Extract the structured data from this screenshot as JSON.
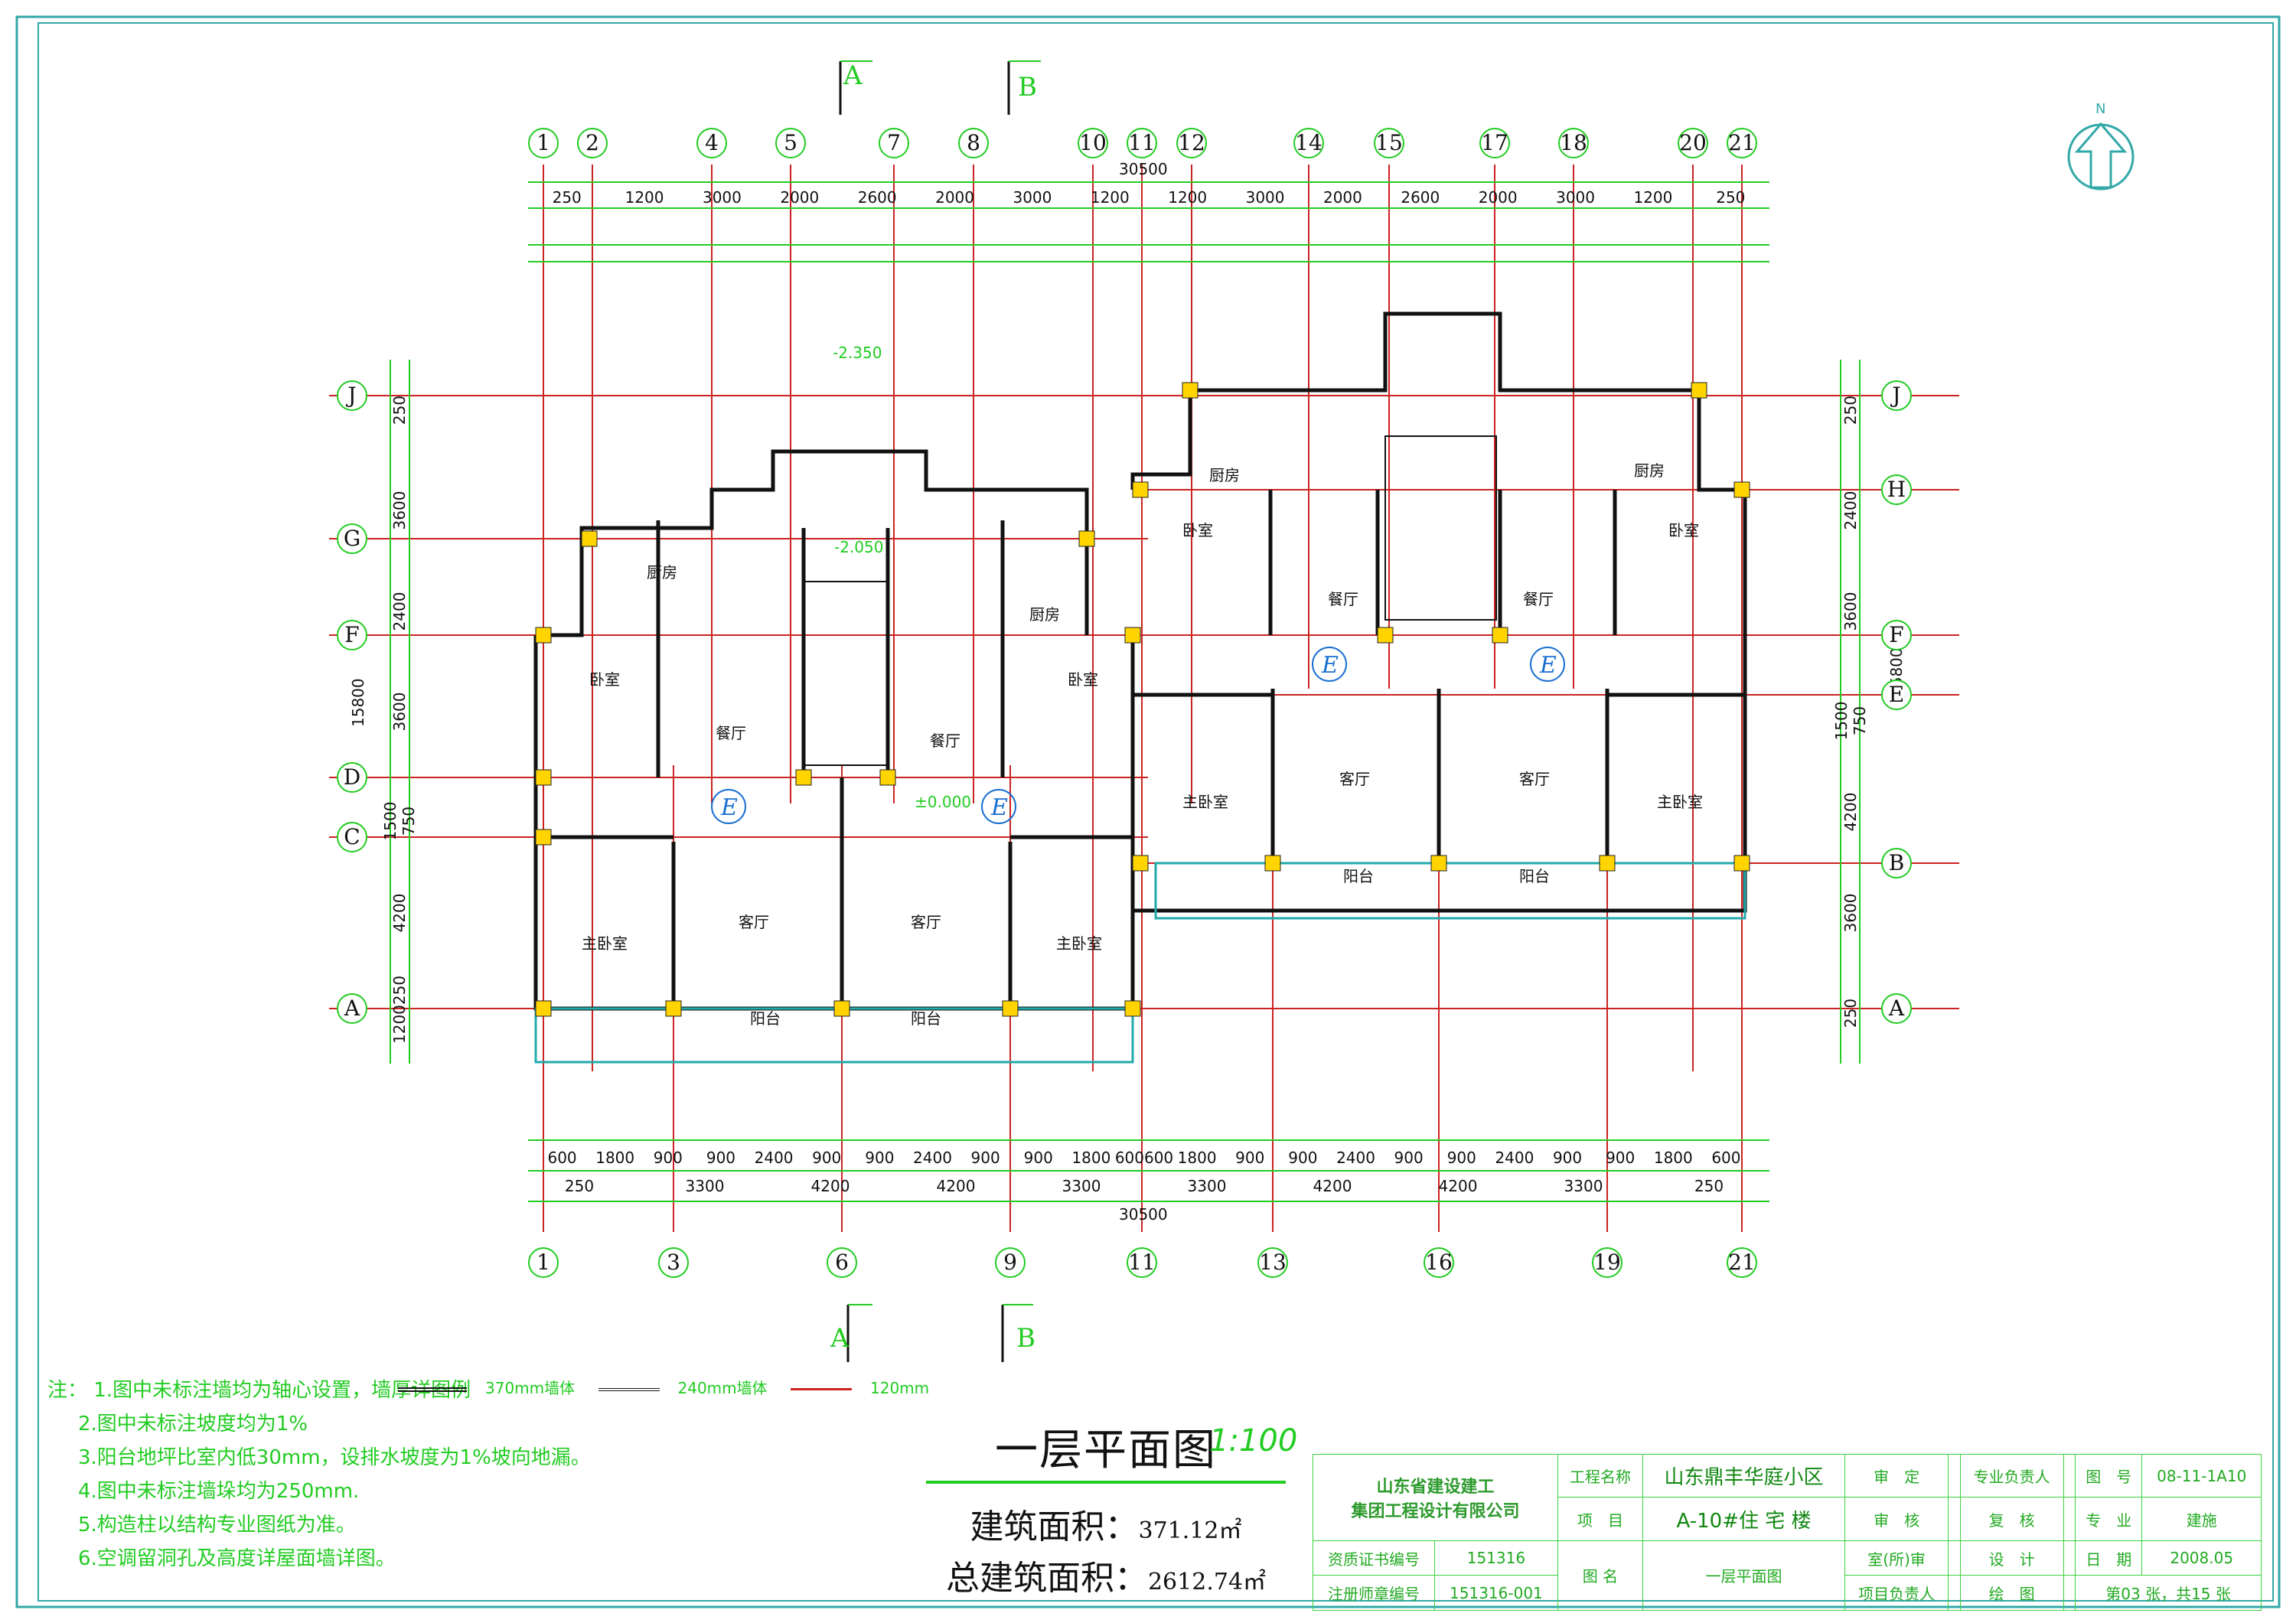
{
  "drawing": {
    "title": "一层平面图",
    "scale": "1:100",
    "building_area_label": "建筑面积：",
    "building_area_value": "371.12㎡",
    "total_area_label": "总建筑面积：",
    "total_area_value": "2612.74㎡",
    "north_label": "N"
  },
  "section_marks": [
    "A",
    "B"
  ],
  "grid_top": [
    "1",
    "2",
    "4",
    "5",
    "7",
    "8",
    "10",
    "11",
    "12",
    "14",
    "15",
    "17",
    "18",
    "20",
    "21"
  ],
  "grid_bottom": [
    "1",
    "3",
    "6",
    "9",
    "11",
    "13",
    "16",
    "19",
    "21"
  ],
  "grid_left": [
    "J",
    "G",
    "F",
    "D",
    "C",
    "A"
  ],
  "grid_right": [
    "J",
    "H",
    "F",
    "E",
    "B",
    "A"
  ],
  "dims": {
    "overall": "30500",
    "top_row1": [
      "250",
      "1200",
      "3000",
      "2000",
      "2600",
      "2000",
      "3000",
      "1200",
      "1200",
      "3000",
      "2000",
      "2600",
      "2000",
      "3000",
      "1200",
      "250"
    ],
    "bottom_row1": [
      "600",
      "1800",
      "900",
      "900",
      "2400",
      "900",
      "900",
      "2400",
      "900",
      "900",
      "1800",
      "600600",
      "1800",
      "900",
      "900",
      "2400",
      "900",
      "900",
      "2400",
      "900",
      "900",
      "1800",
      "600"
    ],
    "bottom_row2": [
      "250",
      "3300",
      "4200",
      "4200",
      "3300",
      "3300",
      "4200",
      "4200",
      "3300",
      "250"
    ],
    "left": [
      "250",
      "3600",
      "2400",
      "3600",
      "1500 750",
      "4200",
      "1200250"
    ],
    "left_total": "15800",
    "right": [
      "250",
      "2400",
      "3600",
      "1500 750",
      "4200",
      "3600",
      "250"
    ],
    "right_total": "15800"
  },
  "rooms": {
    "bedroom": "卧室",
    "master_bedroom": "主卧室",
    "living": "客厅",
    "dining": "餐厅",
    "kitchen": "厨房",
    "balcony": "阳台",
    "lobby_mark": "E"
  },
  "elevations": [
    "-2.350",
    "-2.050",
    "±0.000"
  ],
  "notes": {
    "prefix": "注：",
    "items": [
      "1.图中未标注墙均为轴心设置，墙厚详图例",
      "2.图中未标注坡度均为1%",
      "3.阳台地坪比室内低30mm，设排水坡度为1%坡向地漏。",
      "4.图中未标注墙垛均为250mm.",
      "5.构造柱以结构专业图纸为准。",
      "6.空调留洞孔及高度详屋面墙详图。"
    ]
  },
  "legend": [
    {
      "label": "370mm墙体"
    },
    {
      "label": "240mm墙体"
    },
    {
      "label": "120mm"
    }
  ],
  "title_block": {
    "company_1": "山东省建设建工",
    "company_2": "集团工程设计有限公司",
    "license_label": "资质证书编号",
    "license_no": "151316",
    "reg_label": "注册师章编号",
    "reg_no": "151316-001",
    "project_name_label": "工程名称",
    "project_name": "山东鼎丰华庭小区",
    "item_label": "项　目",
    "item_value": "A-10#住 宅 楼",
    "drawing_name_label": "图 名",
    "drawing_name": "一层平面图",
    "approve": "审　定",
    "check": "审　核",
    "chief": "室(所)审",
    "leader": "项目负责人",
    "spec_leader": "专业负责人",
    "review": "复　核",
    "design": "设　计",
    "draw": "绘　图",
    "drawing_no_label": "图　号",
    "drawing_no": "08-11-1A10",
    "discipline_label": "专　业",
    "discipline": "建施",
    "date_label": "日　期",
    "date": "2008.05",
    "sheet": "第03 张，共15 张"
  },
  "colors": {
    "grid": "#cc2222",
    "dims": "#22cc22",
    "walls": "#111111",
    "columns": "#ffd400",
    "annotation": "#22aaaa",
    "frame": "#22aaaa"
  }
}
